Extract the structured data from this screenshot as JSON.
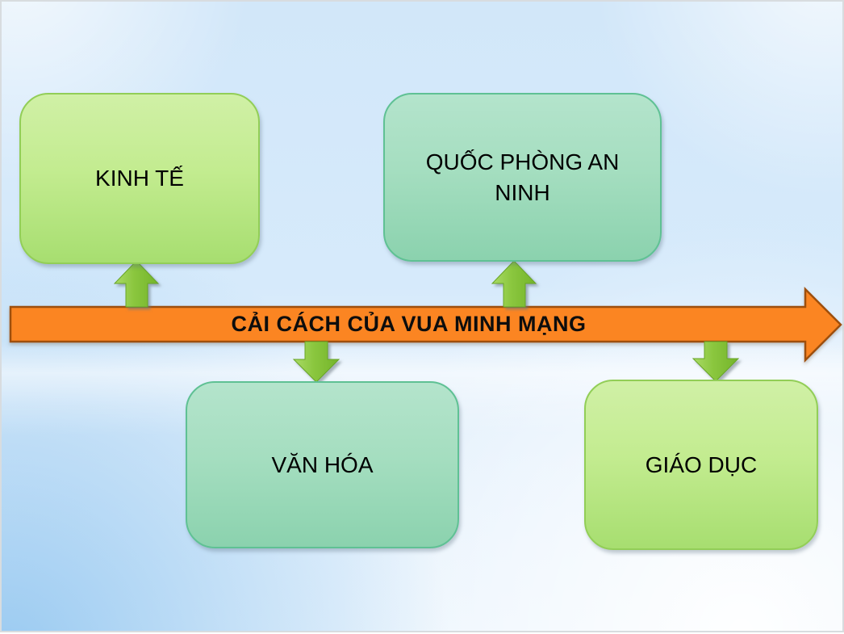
{
  "diagram": {
    "center_arrow_label": "CẢI CÁCH CỦA VUA MINH MẠNG",
    "boxes": [
      {
        "label": "KINH TẾ",
        "position": "top-left",
        "theme": "green"
      },
      {
        "label": "QUỐC PHÒNG AN NINH",
        "position": "top-right",
        "theme": "teal"
      },
      {
        "label": "VĂN HÓA",
        "position": "bottom-left",
        "theme": "teal"
      },
      {
        "label": "GIÁO DỤC",
        "position": "bottom-right",
        "theme": "green"
      }
    ],
    "connectors": [
      {
        "name": "up-arrow-to-kinh-te"
      },
      {
        "name": "up-arrow-to-quoc-phong"
      },
      {
        "name": "down-arrow-to-van-hoa"
      },
      {
        "name": "down-arrow-to-giao-duc"
      }
    ],
    "colors": {
      "main_arrow_fill": "#FB8522",
      "main_arrow_border": "#9E4F0C",
      "connector_green_light": "#A4D65C",
      "connector_green_dark": "#7ABA2E",
      "box_green_border": "#92CE57",
      "box_teal_border": "#5FC194",
      "background_blue": "#D6E9FA",
      "text_color": "#000000"
    }
  }
}
